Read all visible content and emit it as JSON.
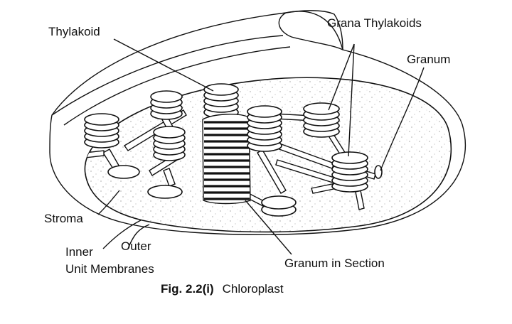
{
  "labels": {
    "thylakoid": "Thylakoid",
    "grana_thylakoids": "Grana Thylakoids",
    "granum": "Granum",
    "stroma": "Stroma",
    "inner": "Inner",
    "outer": "Outer",
    "unit_membranes": "Unit Membranes",
    "granum_in_section": "Granum in Section"
  },
  "caption": {
    "fig": "Fig. 2.2(i)",
    "title": "Chloroplast"
  }
}
